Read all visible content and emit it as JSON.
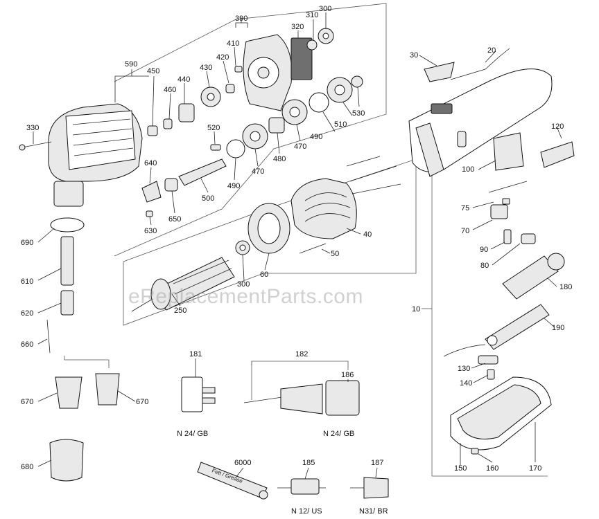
{
  "watermark": "eReplacementParts.com",
  "callouts": [
    {
      "id": "c20",
      "text": "20"
    },
    {
      "id": "c30",
      "text": "30"
    },
    {
      "id": "c120",
      "text": "120"
    },
    {
      "id": "c100",
      "text": "100"
    },
    {
      "id": "c75",
      "text": "75"
    },
    {
      "id": "c70",
      "text": "70"
    },
    {
      "id": "c90",
      "text": "90"
    },
    {
      "id": "c80",
      "text": "80"
    },
    {
      "id": "c180",
      "text": "180"
    },
    {
      "id": "c10",
      "text": "10"
    },
    {
      "id": "c190",
      "text": "190"
    },
    {
      "id": "c130",
      "text": "130"
    },
    {
      "id": "c140",
      "text": "140"
    },
    {
      "id": "c150",
      "text": "150"
    },
    {
      "id": "c160",
      "text": "160"
    },
    {
      "id": "c170",
      "text": "170"
    },
    {
      "id": "c390",
      "text": "390"
    },
    {
      "id": "c410",
      "text": "410"
    },
    {
      "id": "c320",
      "text": "320"
    },
    {
      "id": "c310",
      "text": "310"
    },
    {
      "id": "c300a",
      "text": "300"
    },
    {
      "id": "c420",
      "text": "420"
    },
    {
      "id": "c430",
      "text": "430"
    },
    {
      "id": "c440",
      "text": "440"
    },
    {
      "id": "c460",
      "text": "460"
    },
    {
      "id": "c450",
      "text": "450"
    },
    {
      "id": "c590",
      "text": "590"
    },
    {
      "id": "c330",
      "text": "330"
    },
    {
      "id": "c520",
      "text": "520"
    },
    {
      "id": "c510",
      "text": "510"
    },
    {
      "id": "c530",
      "text": "530"
    },
    {
      "id": "c490a",
      "text": "490"
    },
    {
      "id": "c470a",
      "text": "470"
    },
    {
      "id": "c480",
      "text": "480"
    },
    {
      "id": "c470b",
      "text": "470"
    },
    {
      "id": "c490b",
      "text": "490"
    },
    {
      "id": "c500",
      "text": "500"
    },
    {
      "id": "c640",
      "text": "640"
    },
    {
      "id": "c650",
      "text": "650"
    },
    {
      "id": "c630",
      "text": "630"
    },
    {
      "id": "c40",
      "text": "40"
    },
    {
      "id": "c50",
      "text": "50"
    },
    {
      "id": "c60",
      "text": "60"
    },
    {
      "id": "c300b",
      "text": "300"
    },
    {
      "id": "c250",
      "text": "250"
    },
    {
      "id": "c690",
      "text": "690"
    },
    {
      "id": "c610",
      "text": "610"
    },
    {
      "id": "c620",
      "text": "620"
    },
    {
      "id": "c660",
      "text": "660"
    },
    {
      "id": "c670a",
      "text": "670"
    },
    {
      "id": "c670b",
      "text": "670"
    },
    {
      "id": "c680",
      "text": "680"
    },
    {
      "id": "c181",
      "text": "181"
    },
    {
      "id": "c182",
      "text": "182"
    },
    {
      "id": "c186",
      "text": "186"
    },
    {
      "id": "c6000",
      "text": "6000"
    },
    {
      "id": "c185",
      "text": "185"
    },
    {
      "id": "c187",
      "text": "187"
    }
  ],
  "variant_labels": {
    "n24gb_a": "N 24/ GB",
    "n24gb_b": "N 24/ GB",
    "n12us": "N 12/ US",
    "n31br": "N31/ BR"
  },
  "tube_label": "Fett / Grease"
}
